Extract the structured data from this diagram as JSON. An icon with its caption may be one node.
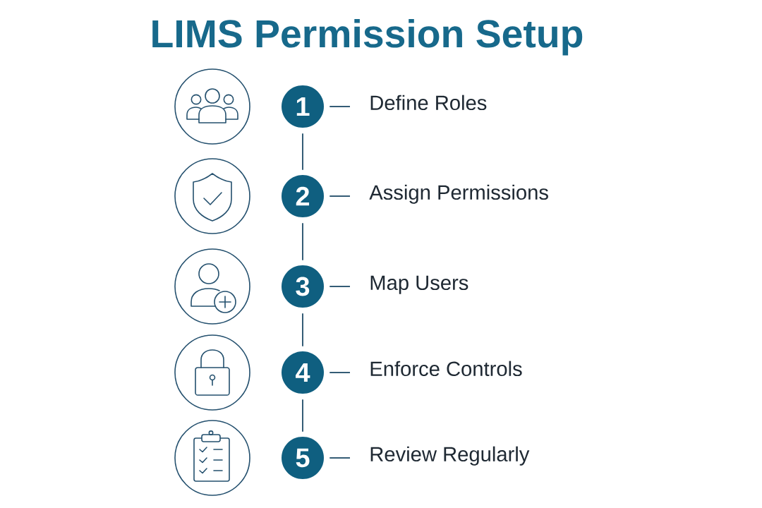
{
  "diagram": {
    "title": "LIMS Permission Setup",
    "nodes": [
      {
        "text": [],
        "shape": "circle"
      },
      {
        "text": [
          "1"
        ]
      },
      {
        "text": [
          "Define Roles"
        ]
      },
      {
        "text": [],
        "shape": "circle"
      },
      {
        "text": [
          "2"
        ]
      },
      {
        "text": [
          "Assign Permissions"
        ]
      },
      {
        "text": [],
        "shape": "circle"
      },
      {
        "text": [
          "3"
        ]
      },
      {
        "text": [
          "Map Users"
        ]
      },
      {
        "text": [],
        "shape": "circle"
      },
      {
        "text": [
          "4"
        ]
      },
      {
        "text": [
          "Enforce Controls"
        ]
      },
      {
        "text": [],
        "shape": "circle"
      },
      {
        "text": [
          "5"
        ]
      },
      {
        "text": [
          "Review Regularly"
        ]
      }
    ],
    "edges": [
      {
        "from": 1,
        "to": 2,
        "arrow": "none"
      },
      {
        "from": 1,
        "to": 4,
        "arrow": "none"
      },
      {
        "from": 4,
        "to": 5,
        "arrow": "none"
      },
      {
        "from": 4,
        "to": 7,
        "arrow": "none"
      },
      {
        "from": 7,
        "to": 8,
        "arrow": "none"
      },
      {
        "from": 7,
        "to": 10,
        "arrow": "none"
      },
      {
        "from": 10,
        "to": 11,
        "arrow": "none"
      },
      {
        "from": 10,
        "to": 13,
        "arrow": "none"
      },
      {
        "from": 13,
        "to": 14,
        "arrow": "none"
      }
    ]
  }
}
